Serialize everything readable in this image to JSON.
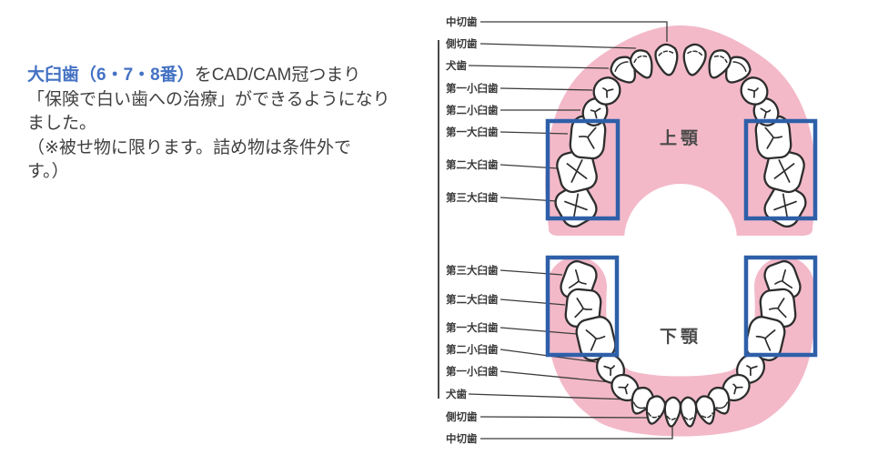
{
  "intro": {
    "highlight": "大臼歯（6・7・8番）",
    "after_highlight": "をCAD/CAM冠つまり",
    "lines": [
      "「保険で白い歯への治療」ができるようになり",
      "ました。",
      "（※被せ物に限ります。詰め物は条件外で",
      "す。）"
    ]
  },
  "diagram": {
    "upper": {
      "title": "上顎",
      "labels": [
        "中切歯",
        "側切歯",
        "犬歯",
        "第一小臼歯",
        "第二小臼歯",
        "第一大臼歯",
        "第二大臼歯",
        "第三大臼歯"
      ]
    },
    "lower": {
      "title": "下顎",
      "labels": [
        "第三大臼歯",
        "第二大臼歯",
        "第一大臼歯",
        "第二小臼歯",
        "第一小臼歯",
        "犬歯",
        "側切歯",
        "中切歯"
      ]
    }
  },
  "colors": {
    "accent_blue": "#4472C4",
    "body_text": "#3F3F3F",
    "gum_pink": "#F3B9C9",
    "highlight_box_blue": "#2E5FA8",
    "label_text": "#3A3A3A",
    "tooth_outline": "#2D2D2D",
    "tooth_fill": "#FFFFFF",
    "connector_line": "#3C3C3C"
  }
}
